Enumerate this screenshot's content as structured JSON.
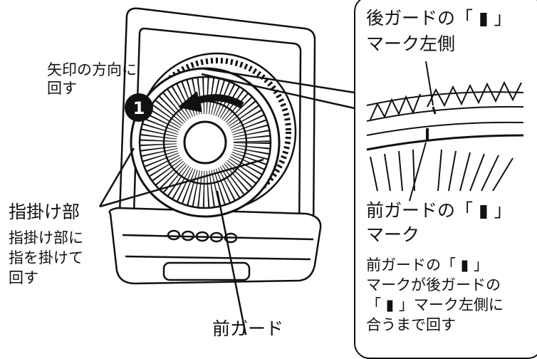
{
  "labels": {
    "arrow_direction_line1": "矢印の方向に",
    "arrow_direction_line2": "回す",
    "step_number": "1",
    "finger_grip": "指掛け部",
    "finger_grip_note_line1": "指掛け部に",
    "finger_grip_note_line2": "指を掛けて",
    "finger_grip_note_line3": "回す",
    "front_guard": "前ガード"
  },
  "callout": {
    "rear_mark_line1": "後ガードの「 ▮ 」",
    "rear_mark_line2": "マーク左側",
    "front_mark_line1": "前ガードの「 ▮ 」",
    "front_mark_line2": "マーク",
    "instruction_line1": "前ガードの「 ▮ 」",
    "instruction_line2": "マークが後ガードの",
    "instruction_line3": "「 ▮ 」マーク左側に",
    "instruction_line4": "合うまで回す"
  }
}
